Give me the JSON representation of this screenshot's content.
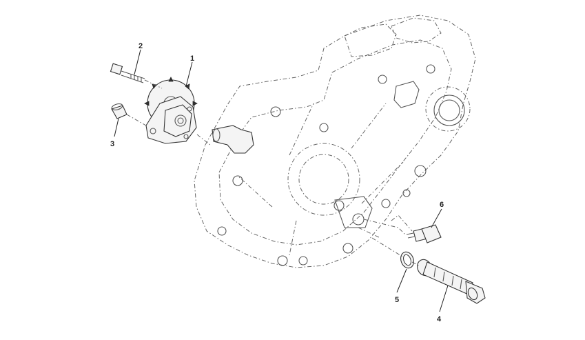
{
  "diagram": {
    "callouts": [
      {
        "id": "oil-pump",
        "label": "1"
      },
      {
        "id": "bolt",
        "label": "2"
      },
      {
        "id": "dowel-pin",
        "label": "3"
      },
      {
        "id": "oil-strainer",
        "label": "4"
      },
      {
        "id": "o-ring",
        "label": "5"
      },
      {
        "id": "drain-plug",
        "label": "6"
      }
    ],
    "colors": {
      "line": "#333333",
      "background": "#ffffff",
      "callout_text": "#222222"
    }
  }
}
